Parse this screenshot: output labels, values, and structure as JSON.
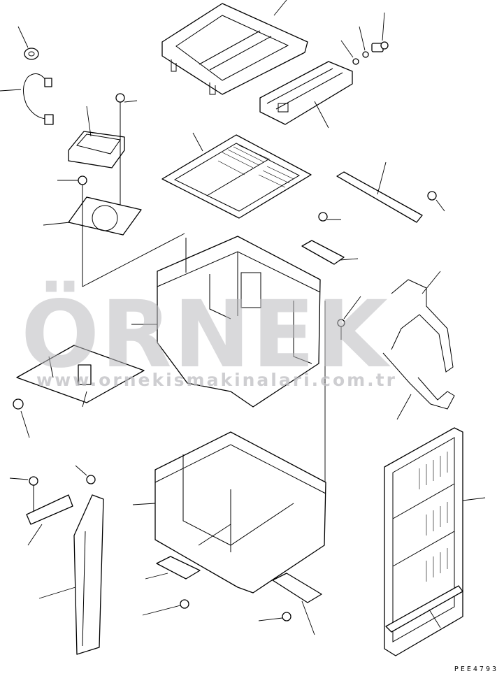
{
  "watermark": {
    "brand": "ÖRNEK",
    "url": "www.ornekismakinalari.com.tr",
    "colors": {
      "letters": "#b9b9be",
      "accent_dots": "#f3c23a"
    }
  },
  "drawing": {
    "code": "PEE4793"
  }
}
